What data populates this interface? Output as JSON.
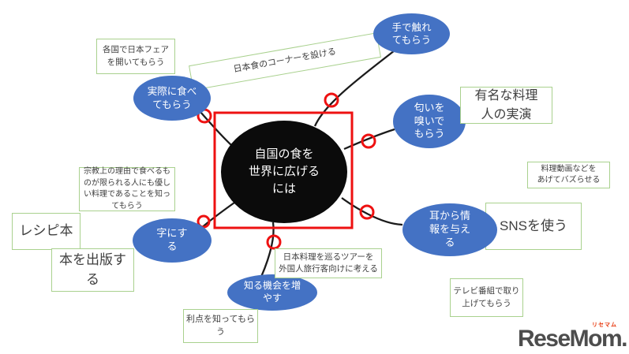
{
  "colors": {
    "node_blue": "#4472c4",
    "box_border_green": "#a9d18e",
    "highlight_red": "#ee1111",
    "connector_black": "#1b1b1b",
    "center_black": "#0b0b0b",
    "logo_gray": "#4d4d4d",
    "logo_red": "#e8380d"
  },
  "center_node": {
    "lines": [
      "自国の食を",
      "世界に広げる",
      "には"
    ]
  },
  "nodes": {
    "touch": {
      "lines": [
        "手で触れ",
        "てもらう"
      ]
    },
    "smell": {
      "lines": [
        "匂いを",
        "嗅いで",
        "もらう"
      ]
    },
    "ear": {
      "lines": [
        "耳から情",
        "報を与え",
        "る"
      ]
    },
    "eat": {
      "lines": [
        "実際に食べ",
        "てもらう"
      ]
    },
    "write": {
      "lines": [
        "字にす",
        "る"
      ]
    },
    "know": {
      "lines": [
        "知る機会を増",
        "やす"
      ]
    }
  },
  "boxes": {
    "fair": {
      "lines": [
        "各国で日本フェア",
        "を開いてもらう"
      ]
    },
    "corner": {
      "lines": [
        "日本食のコーナーを設ける"
      ]
    },
    "chef": {
      "lines": [
        "有名な料理",
        "人の実演"
      ]
    },
    "video": {
      "lines": [
        "料理動画などを",
        "あげてバズらせる"
      ]
    },
    "sns": {
      "lines": [
        "SNSを使う"
      ]
    },
    "tv": {
      "lines": [
        "テレビ番組で取り",
        "上げてもらう"
      ]
    },
    "tour": {
      "lines": [
        "日本料理を巡るツアーを",
        "外国人旅行客向けに考える"
      ]
    },
    "merit": {
      "lines": [
        "利点を知ってもら",
        "う"
      ]
    },
    "religion": {
      "lines": [
        "宗教上の理由で食べるも",
        "のが限られる人にも優し",
        "い料理であることを知っ",
        "てもらう"
      ]
    },
    "recipe": {
      "lines": [
        "レシピ本"
      ]
    },
    "publish": {
      "lines": [
        "本を出版す",
        "る"
      ]
    }
  },
  "logo": {
    "text": "ReseMom",
    "suffix": ".",
    "ruby": "リセマム"
  }
}
